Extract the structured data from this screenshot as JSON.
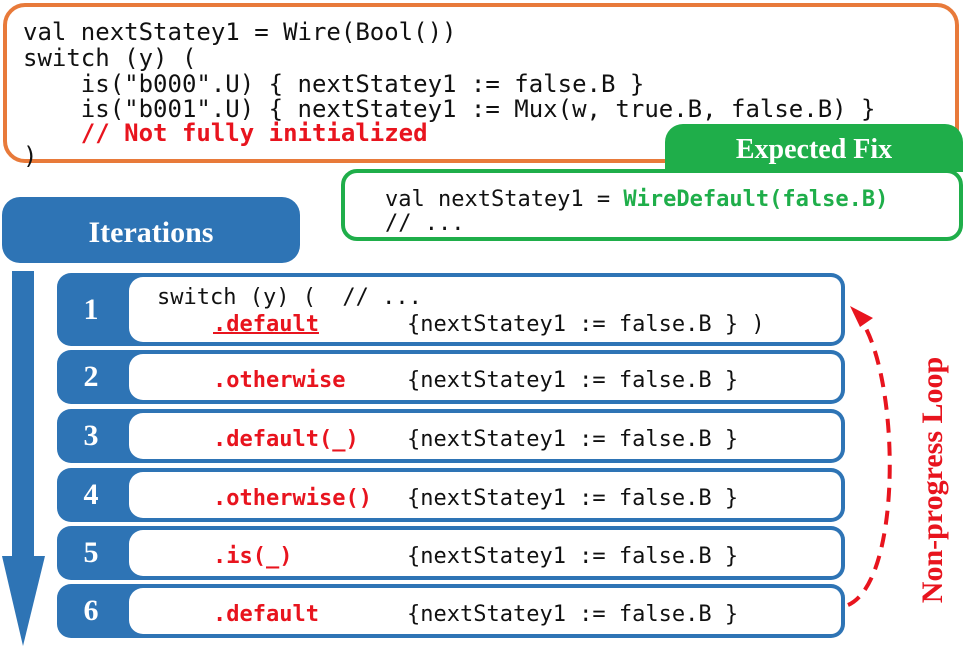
{
  "code_box": {
    "lines": [
      "val nextStatey1 = Wire(Bool())",
      "switch (y) (",
      "    is(\"b000\".U) { nextStatey1 := false.B }",
      "    is(\"b001\".U) { nextStatey1 := Mux(w, true.B, false.B) }",
      "    // Not fully initialized",
      ")"
    ]
  },
  "expected_fix": {
    "title": "Expected Fix",
    "line1_prefix": "val nextStatey1 = ",
    "line1_highlight": "WireDefault(false.B)",
    "line2": "// ..."
  },
  "iterations": {
    "title": "Iterations",
    "rows": [
      {
        "num": "1",
        "first_line": "switch (y) (  // ...",
        "keyword": ".default",
        "action": "{nextStatey1 := false.B } )"
      },
      {
        "num": "2",
        "keyword": ".otherwise",
        "action": "{nextStatey1 := false.B }"
      },
      {
        "num": "3",
        "keyword": ".default(_)",
        "action": "{nextStatey1 := false.B }"
      },
      {
        "num": "4",
        "keyword": ".otherwise()",
        "action": "{nextStatey1 := false.B }"
      },
      {
        "num": "5",
        "keyword": ".is(_)",
        "action": "{nextStatey1 := false.B }"
      },
      {
        "num": "6",
        "keyword": ".default",
        "action": "{nextStatey1 := false.B }"
      }
    ]
  },
  "loop_label": "Non-progress Loop",
  "colors": {
    "orange": "#e87a3a",
    "green": "#1fae4a",
    "blue": "#2e74b5",
    "red": "#e8141e"
  }
}
